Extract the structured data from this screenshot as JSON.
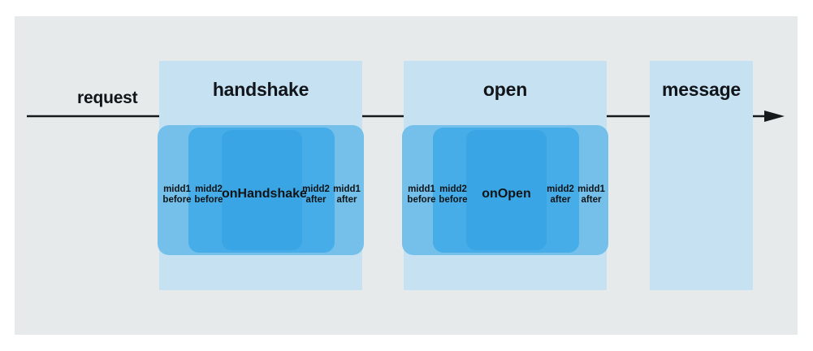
{
  "diagram": {
    "title": "request",
    "arrow": {
      "name": "request-timeline-arrow",
      "direction": "left-to-right",
      "color": "#16191c"
    },
    "canvas_color": "#e6eaeb",
    "colors": {
      "phase_band": "#c6e2f2",
      "middleware_outer": "#74c0ea",
      "middleware_middle": "#46ade8",
      "handler_core": "#3aa5e4",
      "text": "#101417"
    },
    "phases": [
      {
        "id": "handshake",
        "label": "handshake",
        "handler": "onHandshake",
        "middleware": [
          {
            "name": "midd1",
            "stage": "before",
            "text": "midd1\nbefore"
          },
          {
            "name": "midd2",
            "stage": "before",
            "text": "midd2\nbefore"
          },
          {
            "name": "midd2",
            "stage": "after",
            "text": "midd2\nafter"
          },
          {
            "name": "midd1",
            "stage": "after",
            "text": "midd1\nafter"
          }
        ]
      },
      {
        "id": "open",
        "label": "open",
        "handler": "onOpen",
        "middleware": [
          {
            "name": "midd1",
            "stage": "before",
            "text": "midd1\nbefore"
          },
          {
            "name": "midd2",
            "stage": "before",
            "text": "midd2\nbefore"
          },
          {
            "name": "midd2",
            "stage": "after",
            "text": "midd2\nafter"
          },
          {
            "name": "midd1",
            "stage": "after",
            "text": "midd1\nafter"
          }
        ]
      },
      {
        "id": "message",
        "label": "message",
        "handler": null,
        "middleware": []
      }
    ]
  }
}
